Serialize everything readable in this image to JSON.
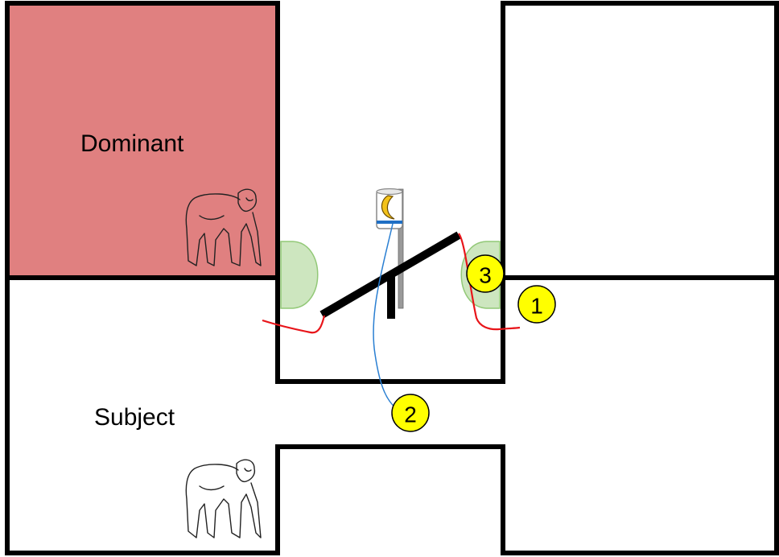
{
  "rooms": {
    "dominant_label": "Dominant",
    "subject_label": "Subject"
  },
  "markers": [
    {
      "id": "marker-1",
      "text": "1"
    },
    {
      "id": "marker-2",
      "text": "2"
    },
    {
      "id": "marker-3",
      "text": "3"
    }
  ],
  "colors": {
    "dominant_room": "#e08080",
    "door_green": "#cde6bf",
    "door_green_stroke": "#92c877",
    "rope_red": "#e8151a",
    "string_blue": "#2a7fd2",
    "marker_yellow": "#ffff00",
    "board": "#000000",
    "pole": "#9a9a9a"
  },
  "icons": {
    "banana_container": "banana-cylinder-icon",
    "animal": "chimpanzee-icon"
  }
}
